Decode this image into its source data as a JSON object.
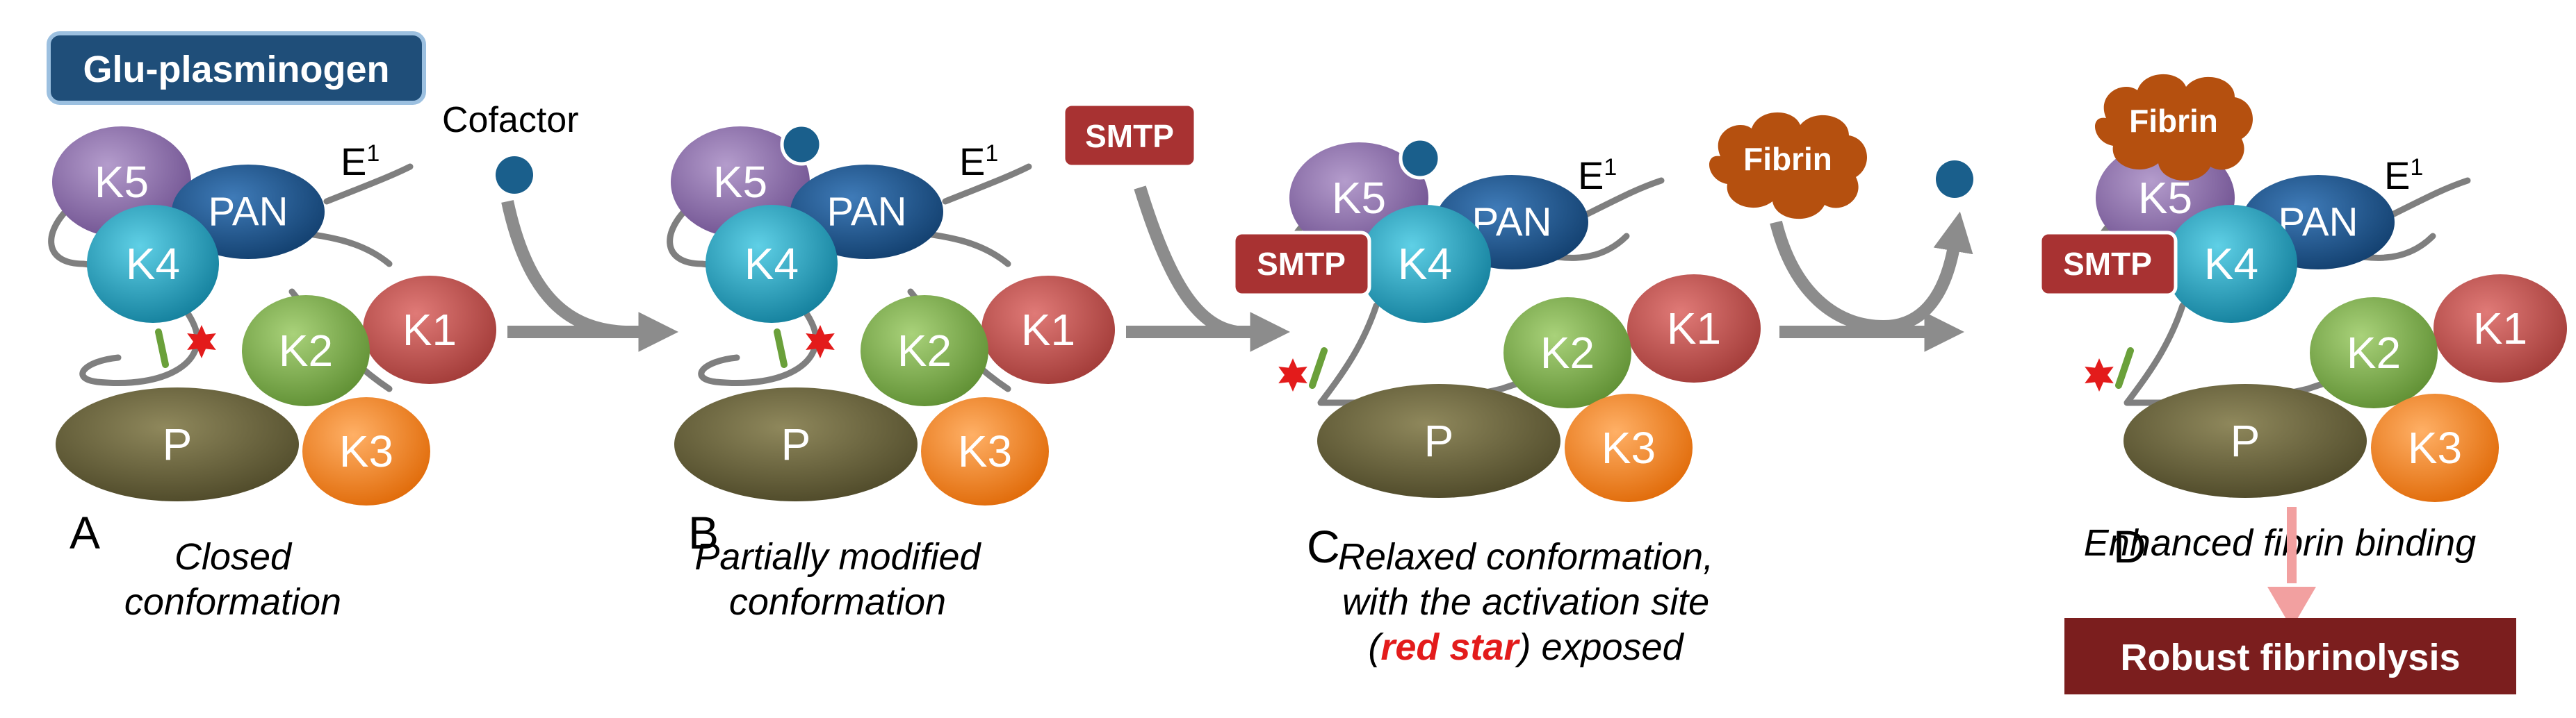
{
  "title": "Glu-plasminogen",
  "labels": {
    "cofactor": "Cofactor",
    "smtp": "SMTP",
    "fibrin": "Fibrin",
    "e_base": "E",
    "e_sup": "1",
    "domains": {
      "k5": "K5",
      "k4": "K4",
      "k1": "K1",
      "k2": "K2",
      "k3": "K3",
      "pan": "PAN",
      "p": "P"
    }
  },
  "panels": [
    {
      "letter": "A",
      "caption": [
        "Closed",
        "conformation"
      ]
    },
    {
      "letter": "B",
      "caption": [
        "Partially modified",
        "conformation"
      ]
    },
    {
      "letter": "C",
      "caption": [
        "Relaxed conformation,",
        "with the activation site"
      ],
      "caption_line3": {
        "open": "(",
        "red": "red star",
        "close": ") exposed"
      }
    },
    {
      "letter": "D",
      "caption": [
        "Enhanced fibrin binding"
      ]
    }
  ],
  "outcome": "Robust fibrinolysis",
  "colors": {
    "title_box": "#1f4e79",
    "k5": "#8e6fae",
    "pan": "#1f5a96",
    "k4": "#1ea6c4",
    "k1": "#c0504d",
    "k2": "#7fb04f",
    "k3": "#f58220",
    "p": "#6b6540",
    "smtp_box": "#a83232",
    "fibrin": "#b5500f",
    "cofactor_dot": "#1a5f8c",
    "activation_star": "#e31b1b",
    "outcome_box": "#7b1e1e",
    "outcome_arrow": "#f2a0a0",
    "arrow_gray": "#8c8c8c"
  }
}
